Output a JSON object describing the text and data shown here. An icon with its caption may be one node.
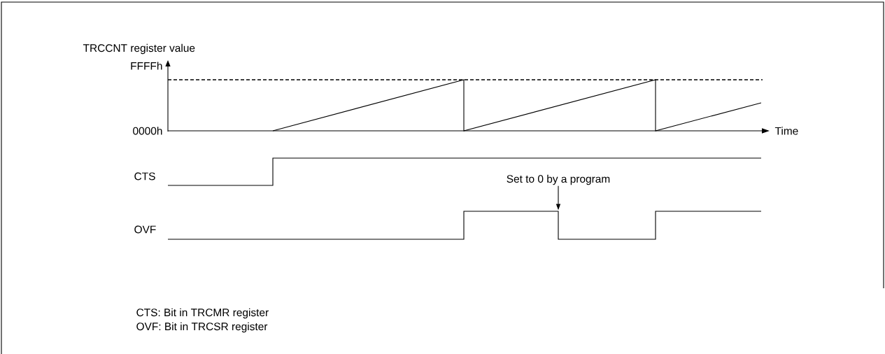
{
  "diagram": {
    "nodes": [
      {
        "text": [
          "Set to 0 by a program"
        ]
      },
      {
        "text": [],
        "shape": "picture"
      }
    ],
    "edges": [
      {
        "from": 0,
        "to": 1,
        "arrow": "to"
      }
    ],
    "labels": [
      "TRCCNT register value",
      "FFFFh",
      "0000h",
      "Time",
      "CTS",
      "OVF",
      "CTS: Bit in TRCMR register",
      "OVF: Bit in TRCSR register"
    ]
  }
}
